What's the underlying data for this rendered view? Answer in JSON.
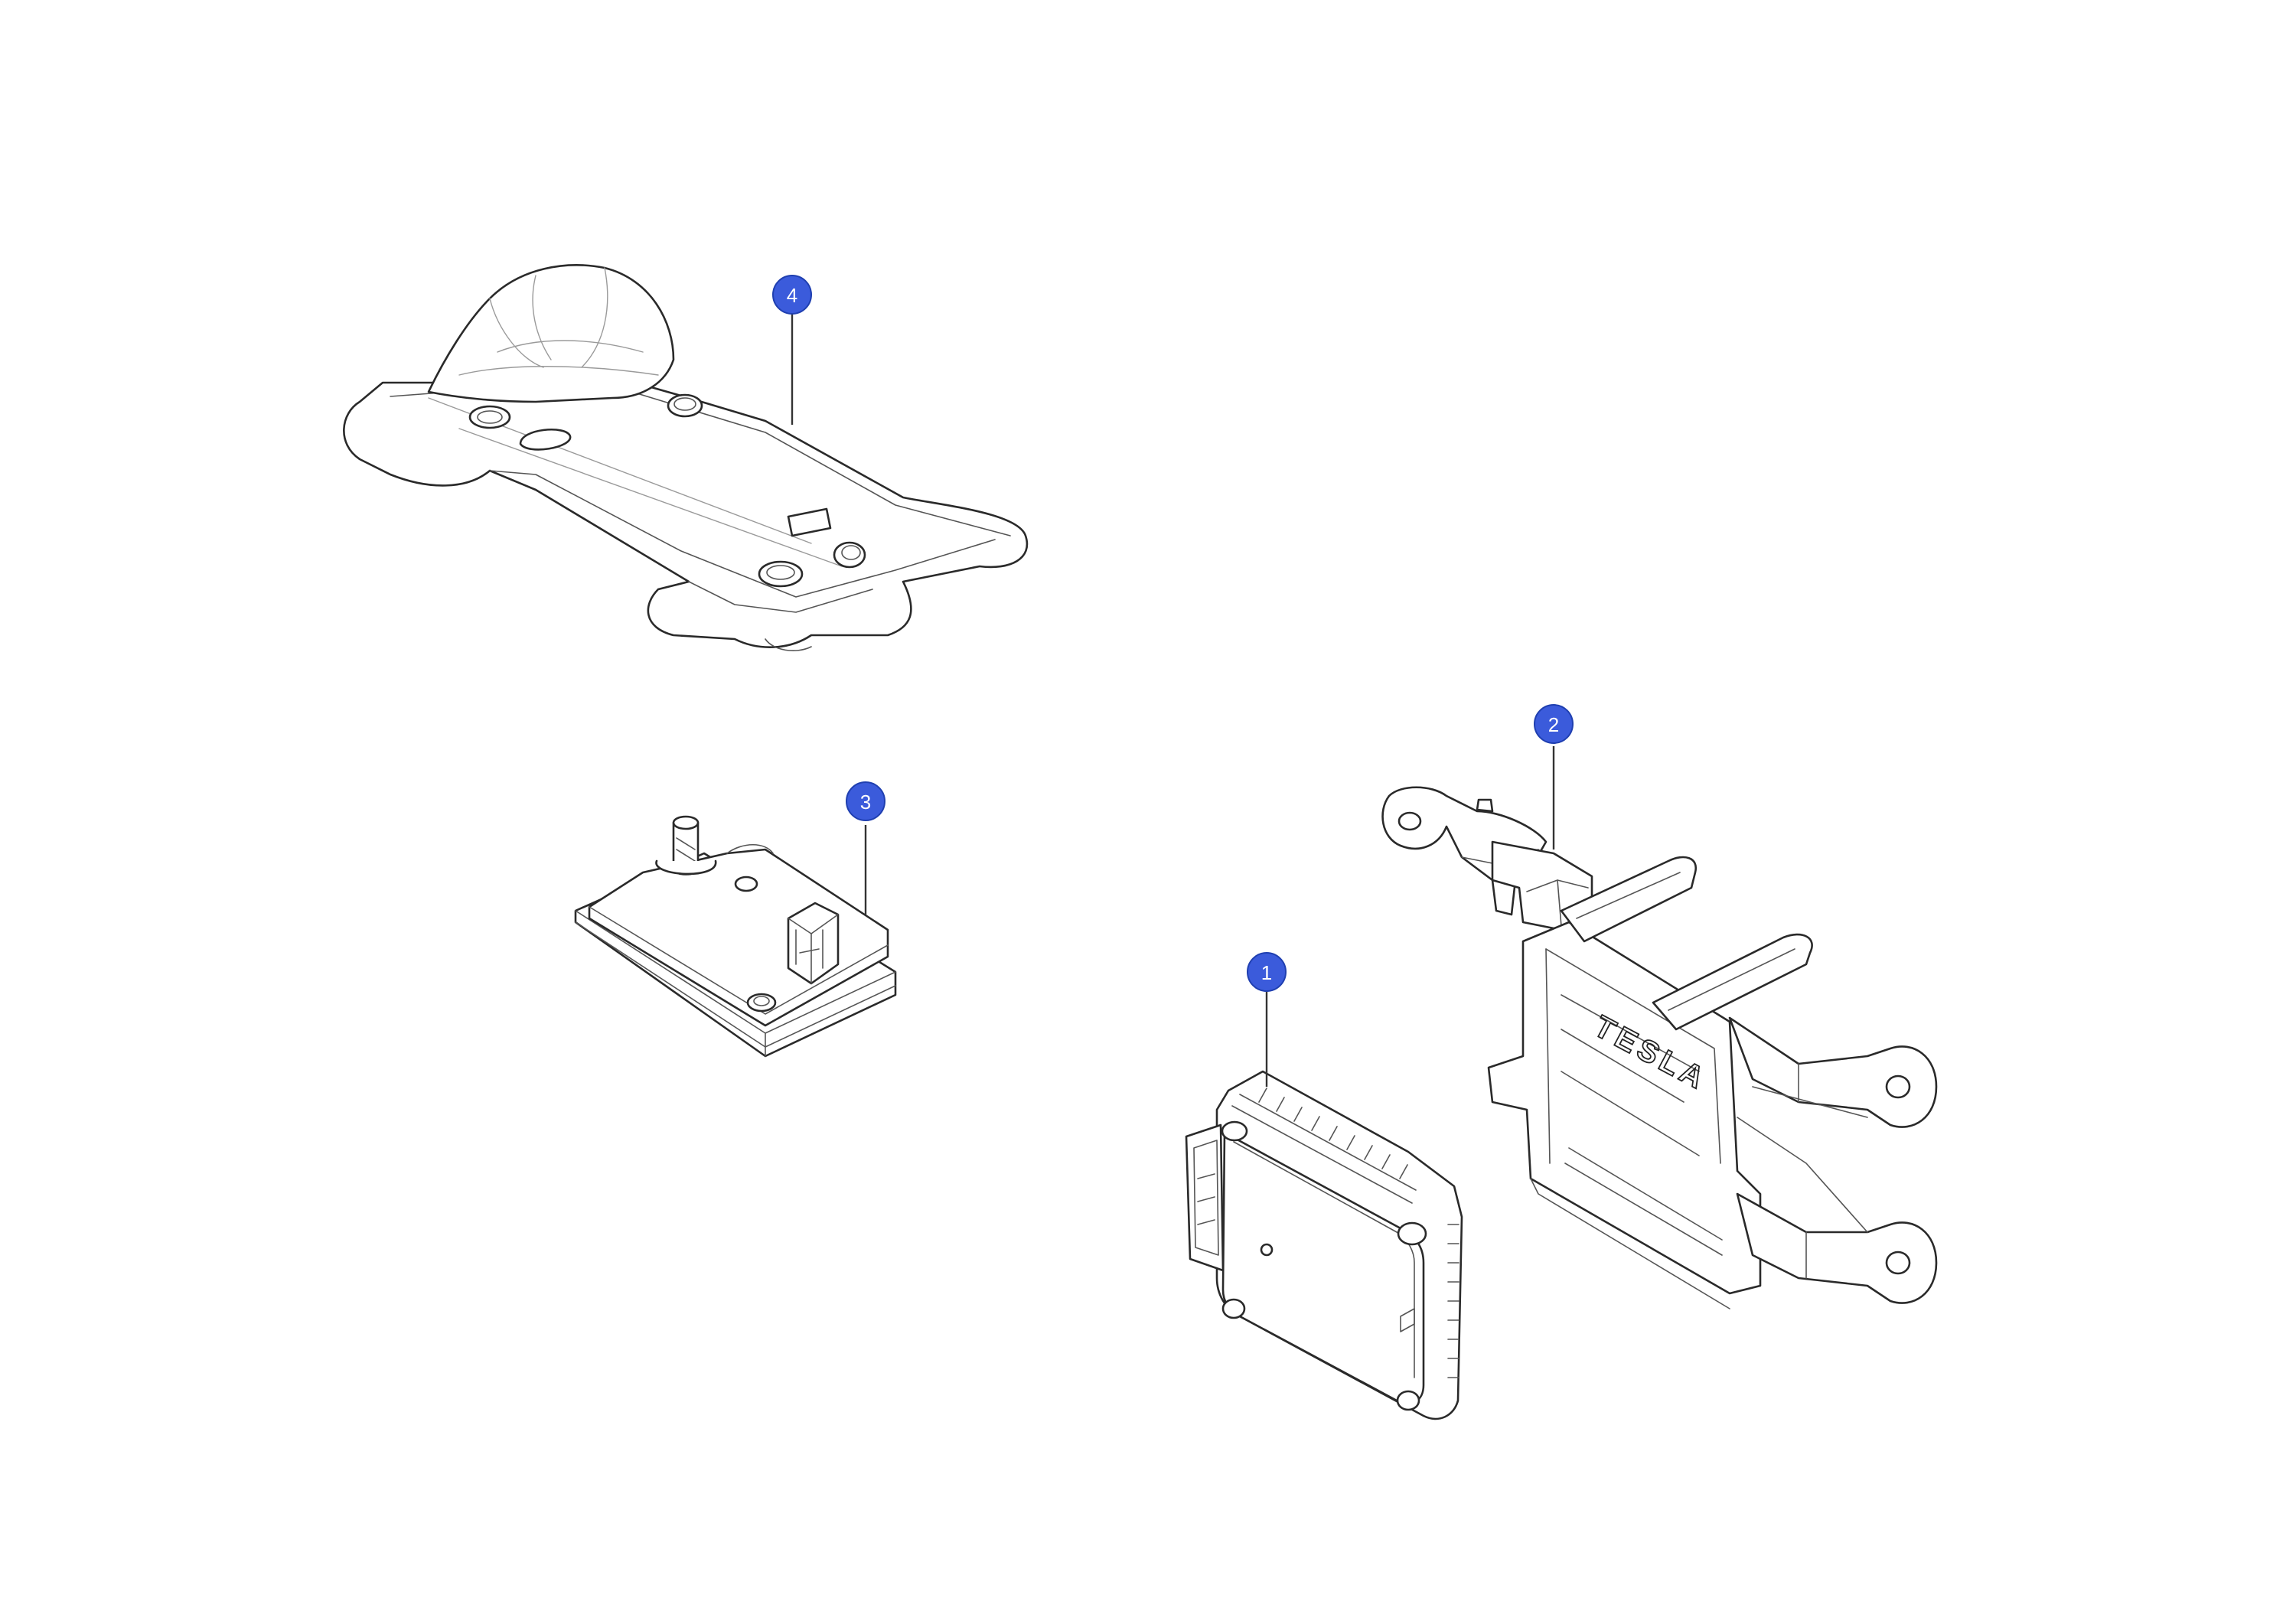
{
  "colors": {
    "callout_fill": "#3b5bdb",
    "line": "#2a2a2a",
    "background": "#ffffff"
  },
  "callouts": [
    {
      "id": "1",
      "label": "1"
    },
    {
      "id": "2",
      "label": "2"
    },
    {
      "id": "3",
      "label": "3"
    },
    {
      "id": "4",
      "label": "4"
    }
  ],
  "bracket_logo": "TESLA"
}
